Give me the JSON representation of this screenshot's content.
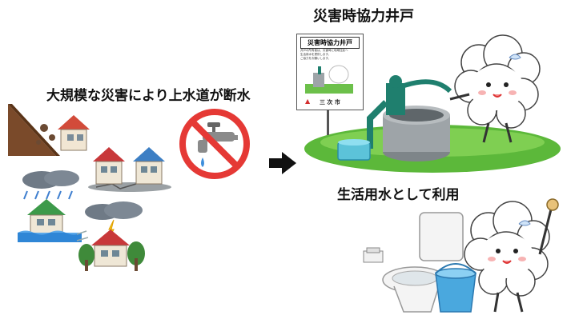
{
  "left_caption": "大規模な災害により上水道が断水",
  "top_caption": "災害時協力井戸",
  "bottom_caption": "生活用水として利用",
  "sign": {
    "title": "災害時協力井戸",
    "body_line1": "井戸の所有者は、災害時に地域住民へ",
    "body_line2": "生活用水を提供します。",
    "body_line3": "ご協力をお願いします。",
    "city": "三 次 市"
  },
  "icons": {
    "landslide": "landslide-house-icon",
    "earthquake": "earthquake-houses-icon",
    "flood": "flood-house-icon",
    "storm": "storm-house-icon",
    "no_water": "no-water-faucet-icon",
    "arrow": "right-arrow-icon",
    "well": "hand-pump-well-icon",
    "mascot": "cloud-mascot-icon",
    "toilet": "toilet-icon",
    "bucket": "water-bucket-icon"
  },
  "colors": {
    "prohibit_red": "#e53935",
    "grass": "#5cb83a",
    "pump_teal": "#1f7f6e",
    "bucket_blue": "#4aa8de"
  }
}
